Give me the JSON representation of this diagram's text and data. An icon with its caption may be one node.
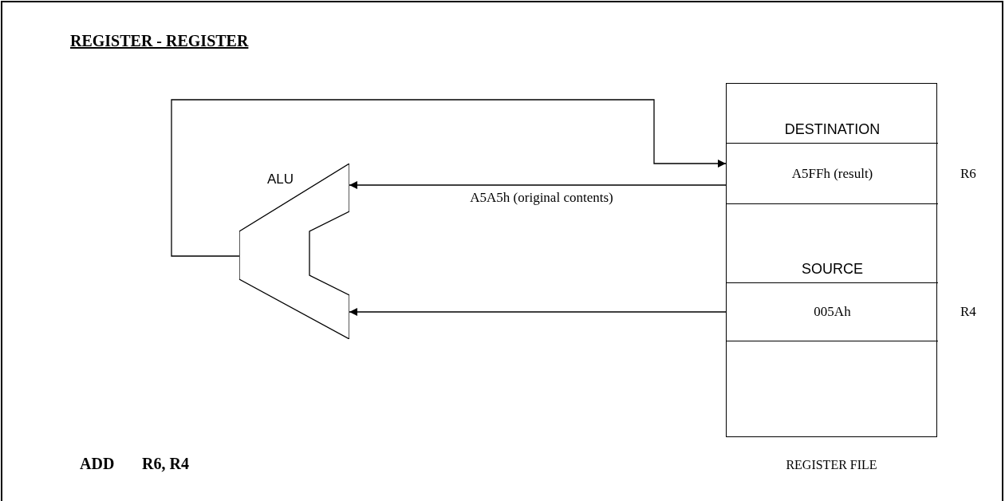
{
  "diagram": {
    "title": "REGISTER - REGISTER",
    "nodes": [
      {
        "text": [
          "ALU"
        ]
      },
      {
        "text": [
          "REGISTER FILE"
        ]
      },
      {
        "text": [
          "DESTINATION"
        ],
        "in": 1
      },
      {
        "text": [
          "A5FFh (result)"
        ],
        "in": 1,
        "beside": [
          "R6"
        ]
      },
      {
        "text": [
          "SOURCE"
        ],
        "in": 1
      },
      {
        "text": [
          "005Ah"
        ],
        "in": 1,
        "beside": [
          "R4"
        ]
      }
    ],
    "edges": [
      {
        "from": 3,
        "to": 0,
        "arrow": "to",
        "label": "A5A5h (original contents)"
      },
      {
        "from": 5,
        "to": 0,
        "arrow": "to"
      },
      {
        "from": 0,
        "to": 3,
        "arrow": "to"
      }
    ],
    "labels": [
      "ADD",
      "R6, R4"
    ]
  }
}
